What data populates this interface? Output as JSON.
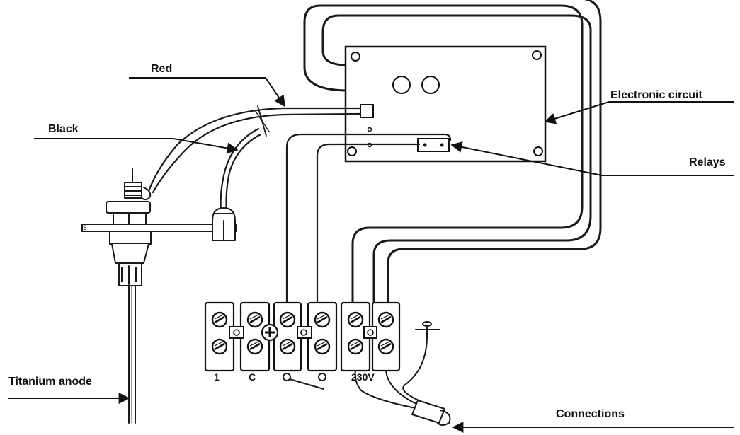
{
  "labels": {
    "red": "Red",
    "black": "Black",
    "electronic_circuit": "Electronic circuit",
    "relays": "Relays",
    "titanium_anode": "Titanium anode",
    "connections": "Connections"
  },
  "terminals": {
    "one": "1",
    "c": "C",
    "v230": "230V"
  }
}
